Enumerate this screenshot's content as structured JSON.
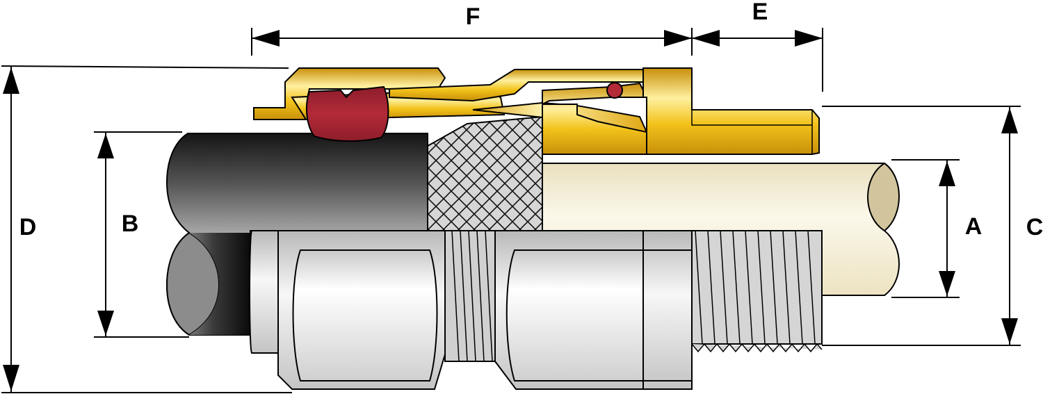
{
  "diagram": {
    "labels": {
      "F": "F",
      "E": "E",
      "D": "D",
      "B": "B",
      "A": "A",
      "C": "C"
    },
    "parts": [
      "cable-outer-sheath",
      "armour-braid",
      "inner-cable",
      "brass-gland-body",
      "red-seal",
      "o-ring",
      "silver-nut-body",
      "entry-thread"
    ],
    "colors": {
      "brass_light": "#FFF0A0",
      "brass": "#F2C21A",
      "brass_dark": "#C8900A",
      "seal_red": "#B32A38",
      "sheath_dark": "#1A1A1A",
      "sheath_mid": "#A8A8A8",
      "inner_cable": "#F3EDCF",
      "inner_cable_end": "#D2C59E",
      "metal_light": "#F4F4F4",
      "metal_mid": "#CFCFCF",
      "braid_bg": "#D6D6D6",
      "line": "#000000"
    }
  }
}
